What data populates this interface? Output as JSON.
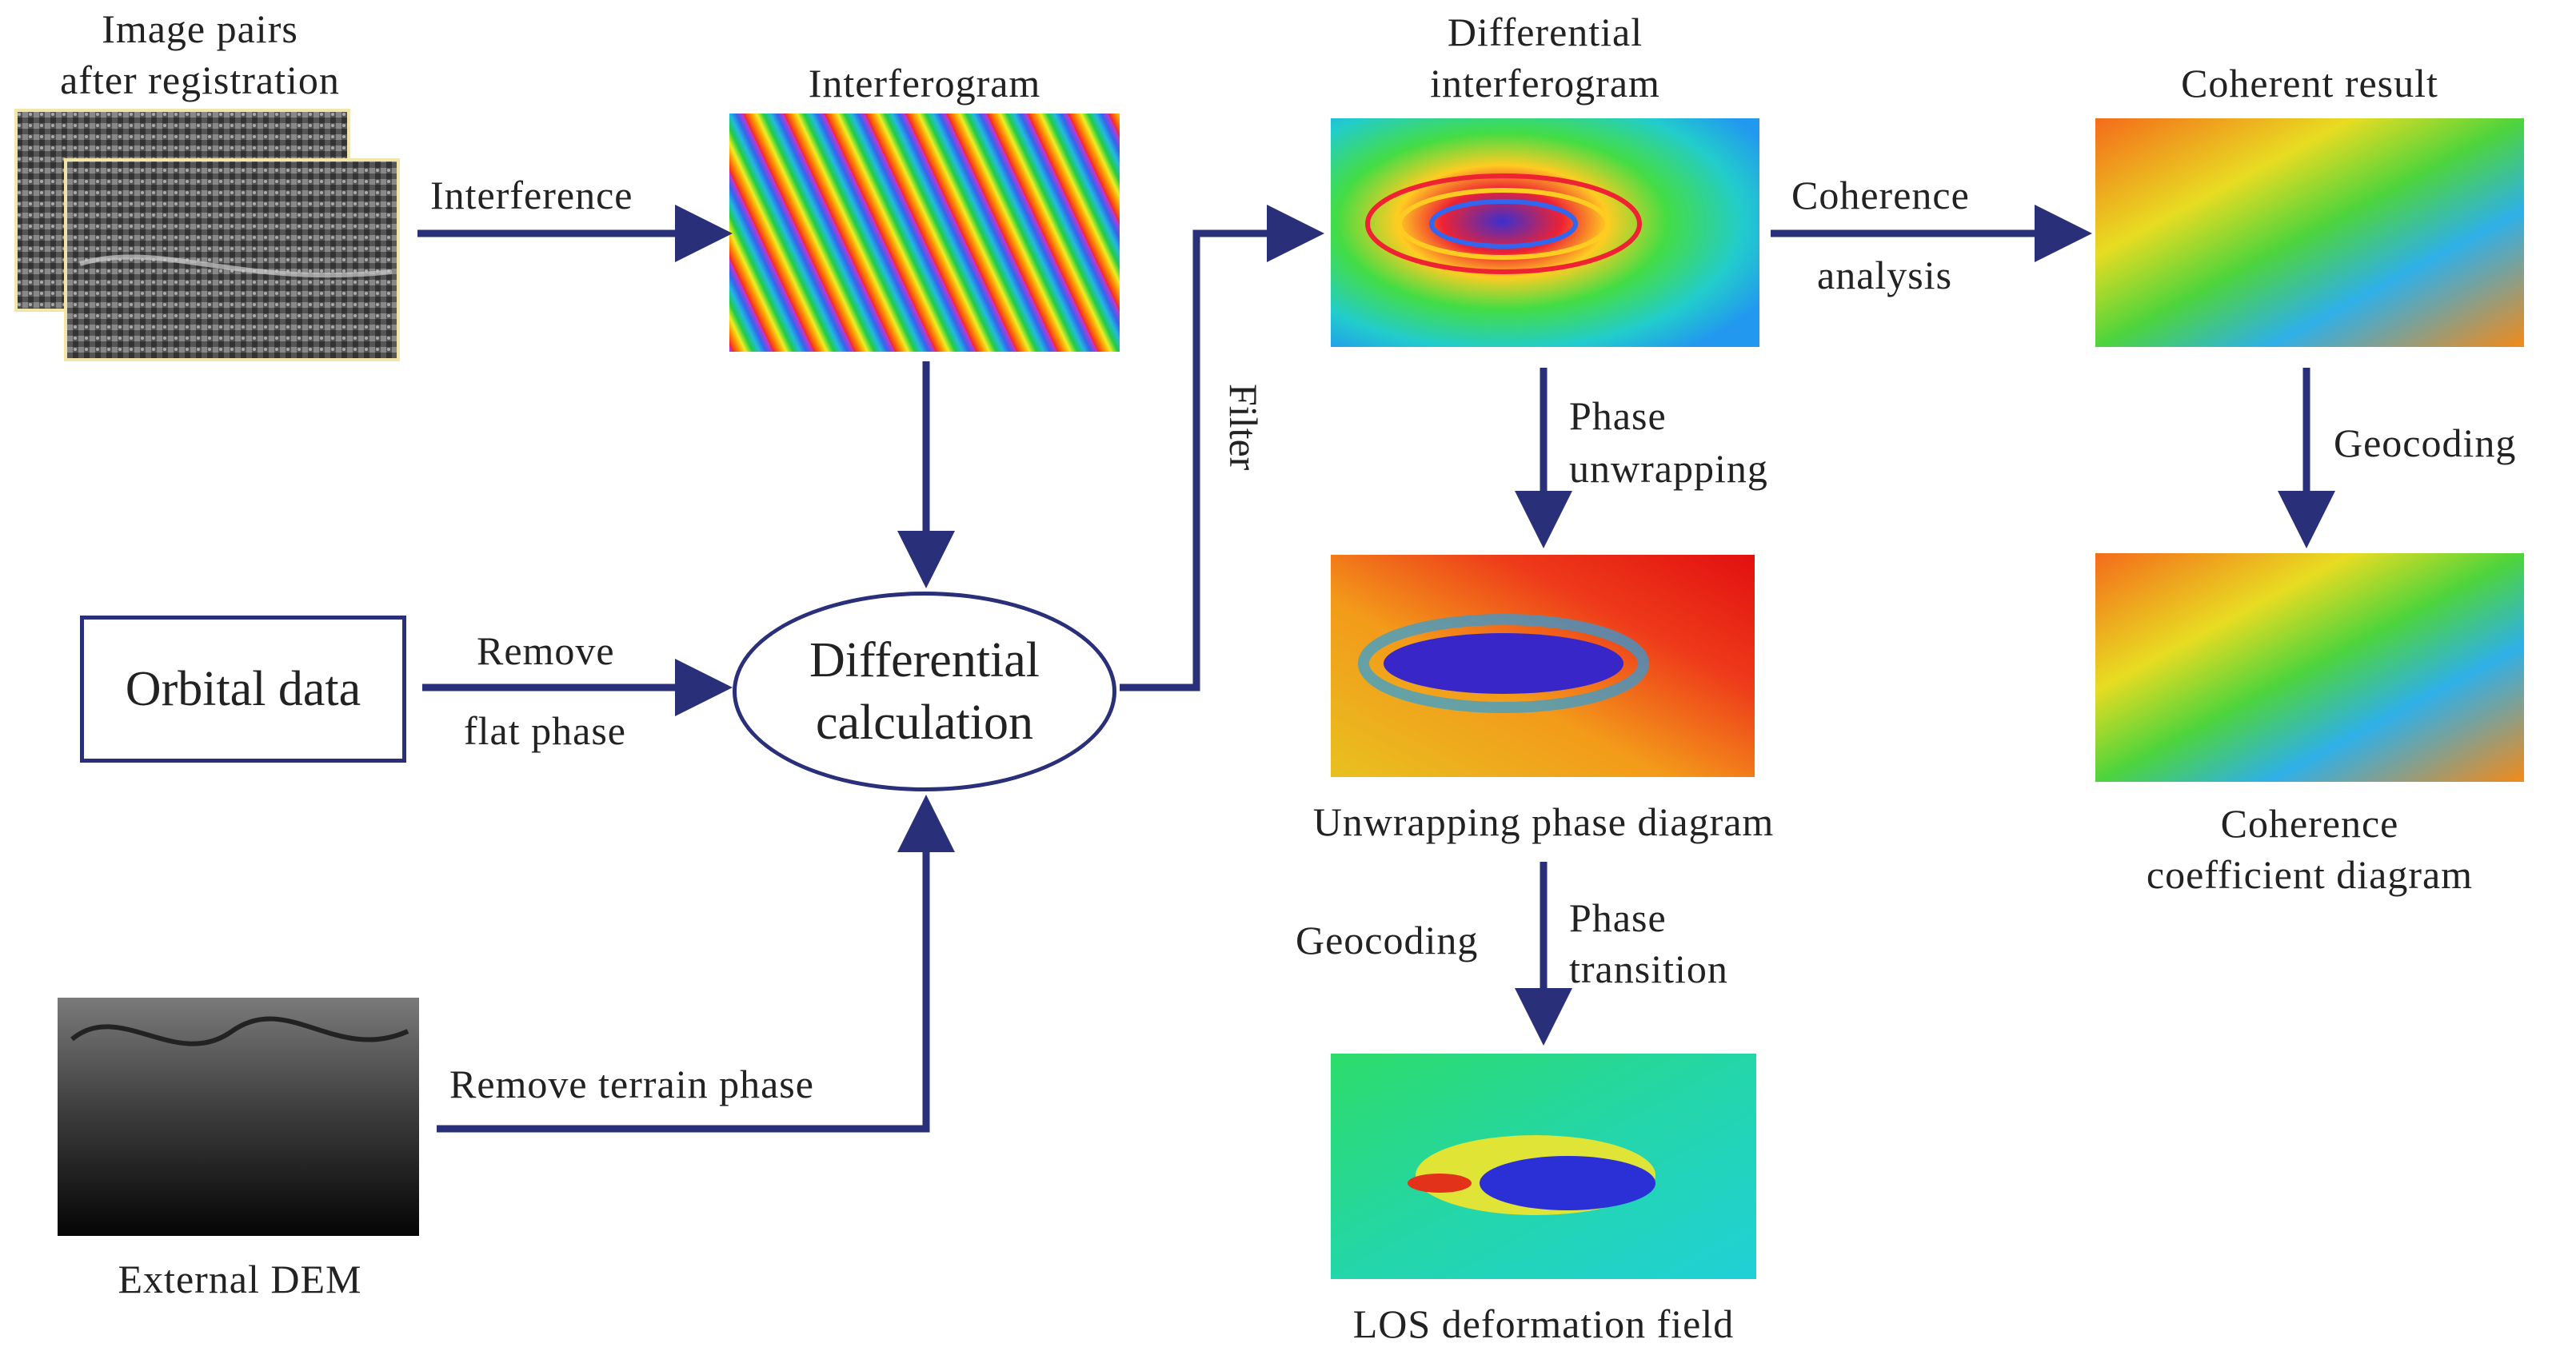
{
  "labels": {
    "image_pairs_line1": "Image pairs",
    "image_pairs_line2": "after registration",
    "interference": "Interference",
    "interferogram": "Interferogram",
    "differential_interferogram_line1": "Differential",
    "differential_interferogram_line2": "interferogram",
    "coherence": "Coherence",
    "analysis": "analysis",
    "coherent_result": "Coherent result",
    "filter": "Filter",
    "phase_unwrapping_line1": "Phase",
    "phase_unwrapping_line2": "unwrapping",
    "geocoding_right": "Geocoding",
    "orbital_data": "Orbital data",
    "remove": "Remove",
    "flat_phase": "flat phase",
    "differential_calc_line1": "Differential",
    "differential_calc_line2": "calculation",
    "unwrapping_phase_diagram": "Unwrapping phase diagram",
    "coherence_coef_line1": "Coherence",
    "coherence_coef_line2": "coefficient diagram",
    "geocoding_left": "Geocoding",
    "phase_transition_line1": "Phase",
    "phase_transition_line2": "transition",
    "remove_terrain_phase": "Remove terrain phase",
    "external_dem": "External DEM",
    "los_deformation_field": "LOS deformation field"
  },
  "colors": {
    "arrow": "#2a2f7a",
    "sar_frame": "#f1e6a8"
  }
}
